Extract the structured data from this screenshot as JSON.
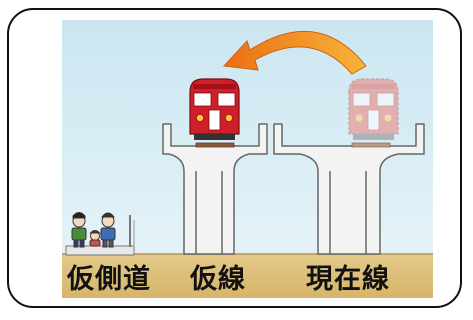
{
  "labels": {
    "temp_sidewalk": "仮側道",
    "temp_line": "仮線",
    "current_line": "現在線"
  },
  "colors": {
    "sky": "#d7edf5",
    "ground": "#ddc07a",
    "viaduct": "#f3f3f3",
    "viaduct_outline": "#666666",
    "train_body": "#cf1f2b",
    "train_faded": "#ee9d98",
    "arrow": "#f08a1c",
    "text": "#111111"
  },
  "icons": {
    "arrow": "curved-arrow-icon",
    "train": "train-icon",
    "people": "pedestrians-icon"
  }
}
